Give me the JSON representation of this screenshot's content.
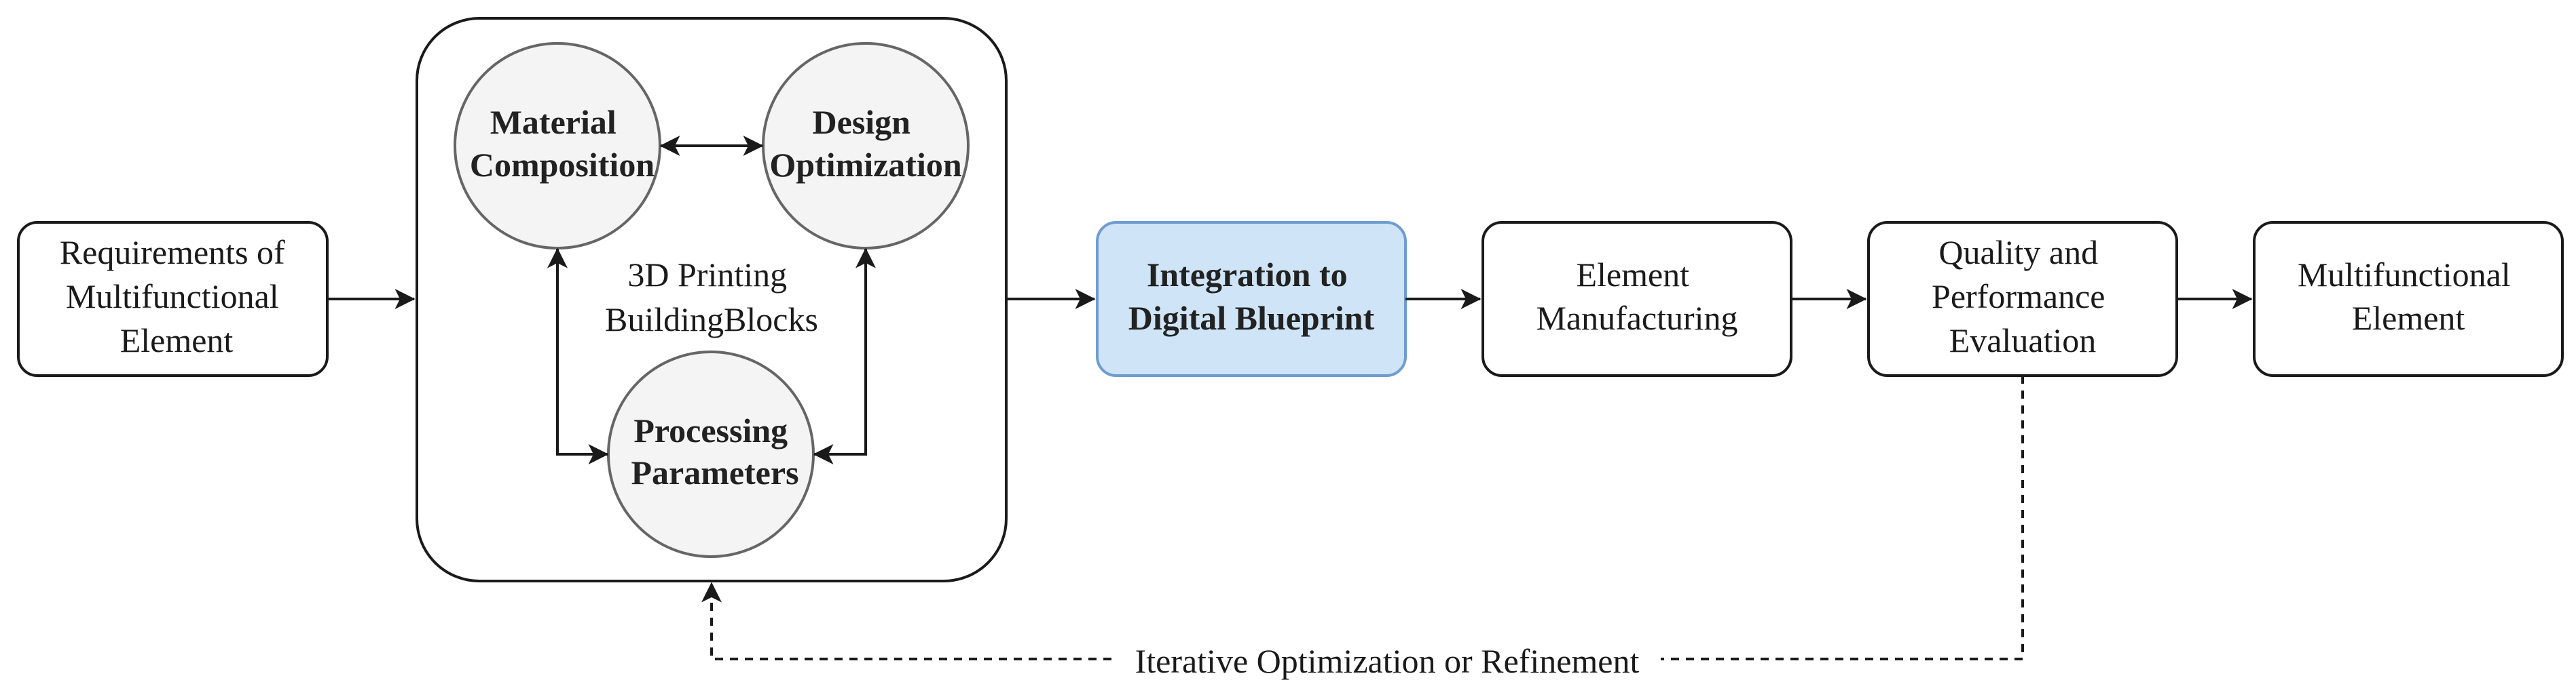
{
  "colors": {
    "stroke": "#1a1a1a",
    "circle_fill": "#f4f4f4",
    "circle_stroke": "#666666",
    "highlight_fill": "#cfe4f7",
    "highlight_stroke": "#6f9cd0"
  },
  "nodes": {
    "requirements": [
      "Requirements of",
      "Multifunctional",
      "Element"
    ],
    "building_blocks_label": [
      "3D Printing",
      "BuildingBlocks"
    ],
    "material": [
      "Material",
      "Composition"
    ],
    "design": [
      "Design",
      "Optimization"
    ],
    "processing": [
      "Processing",
      "Parameters"
    ],
    "integration": [
      "Integration to",
      "Digital Blueprint"
    ],
    "manufacturing": [
      "Element",
      "Manufacturing"
    ],
    "quality": [
      "Quality and",
      "Performance",
      "Evaluation"
    ],
    "multifunctional": [
      "Multifunctional",
      "Element"
    ]
  },
  "feedback_label": "Iterative Optimization or Refinement"
}
